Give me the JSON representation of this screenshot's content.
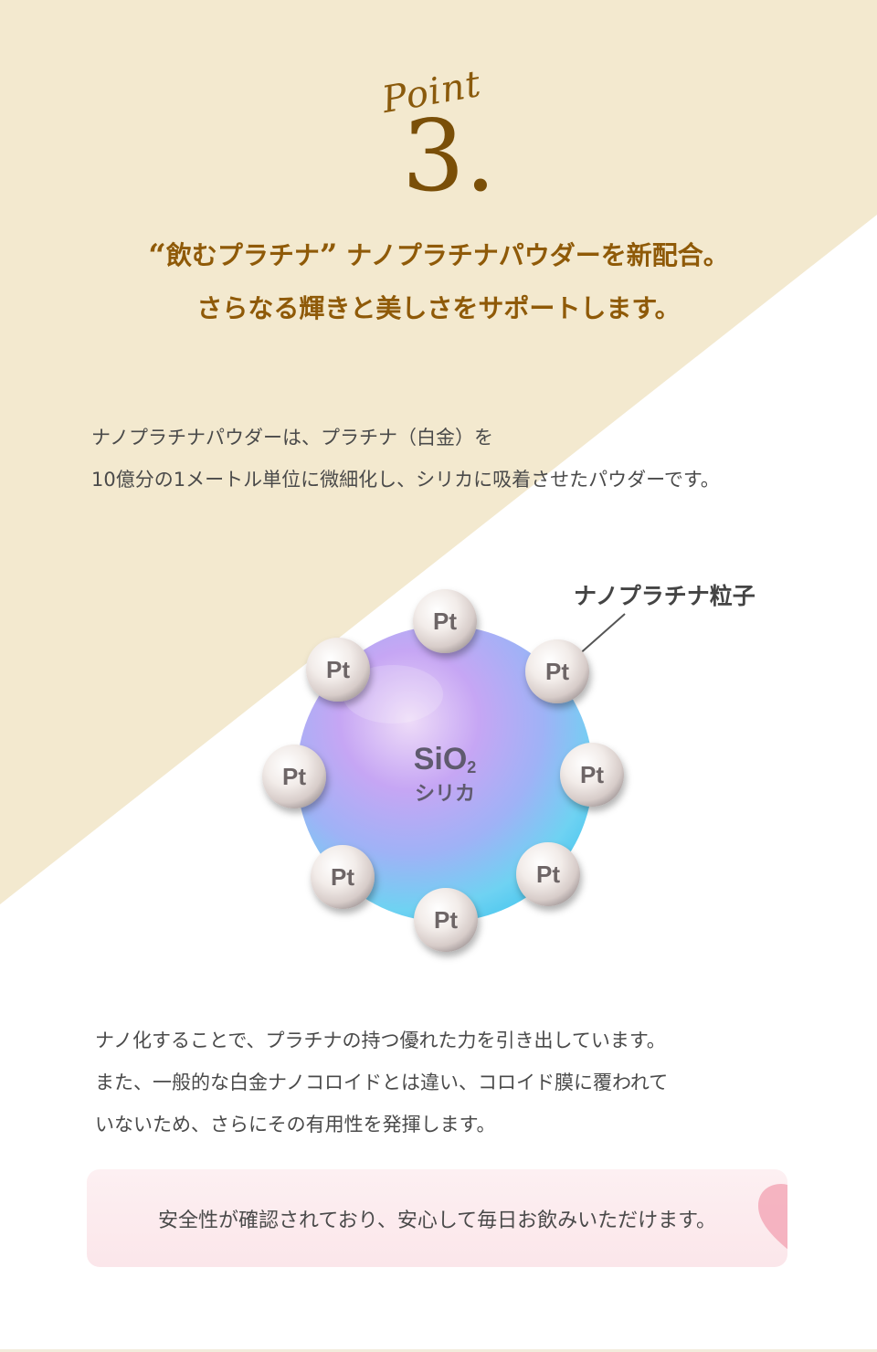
{
  "point": {
    "script": "Point",
    "number": "3."
  },
  "headline": {
    "quote_open": "“",
    "quoted": "飲むプラチナ",
    "quote_close": "”",
    "line1_rest": "ナノプラチナパウダーを新配合。",
    "line2": "さらなる輝きと美しさをサポートします。"
  },
  "intro": {
    "line1": "ナノプラチナパウダーは、プラチナ（白金）を",
    "line2": "10億分の1メートル単位に微細化し、シリカに吸着させたパウダーです。"
  },
  "diagram": {
    "callout": "ナノプラチナ粒子",
    "core_formula": "SiO",
    "core_subscript": "2",
    "core_name": "シリカ",
    "particle_label": "Pt",
    "particle_count": 8
  },
  "description": {
    "line1": "ナノ化することで、プラチナの持つ優れた力を引き出しています。",
    "line2": "また、一般的な白金ナノコロイドとは違い、コロイド膜に覆われて",
    "line3": "いないため、さらにその有用性を発揮します。"
  },
  "note": {
    "text": "安全性が確認されており、安心して毎日お飲みいただけます。"
  },
  "colors": {
    "cream_background": "#f3e9cf",
    "heading_brown": "#8f5a08",
    "body_text": "#4a4a4a",
    "note_background": "#fbe9ec",
    "heart_pink": "#f3a9b8"
  }
}
